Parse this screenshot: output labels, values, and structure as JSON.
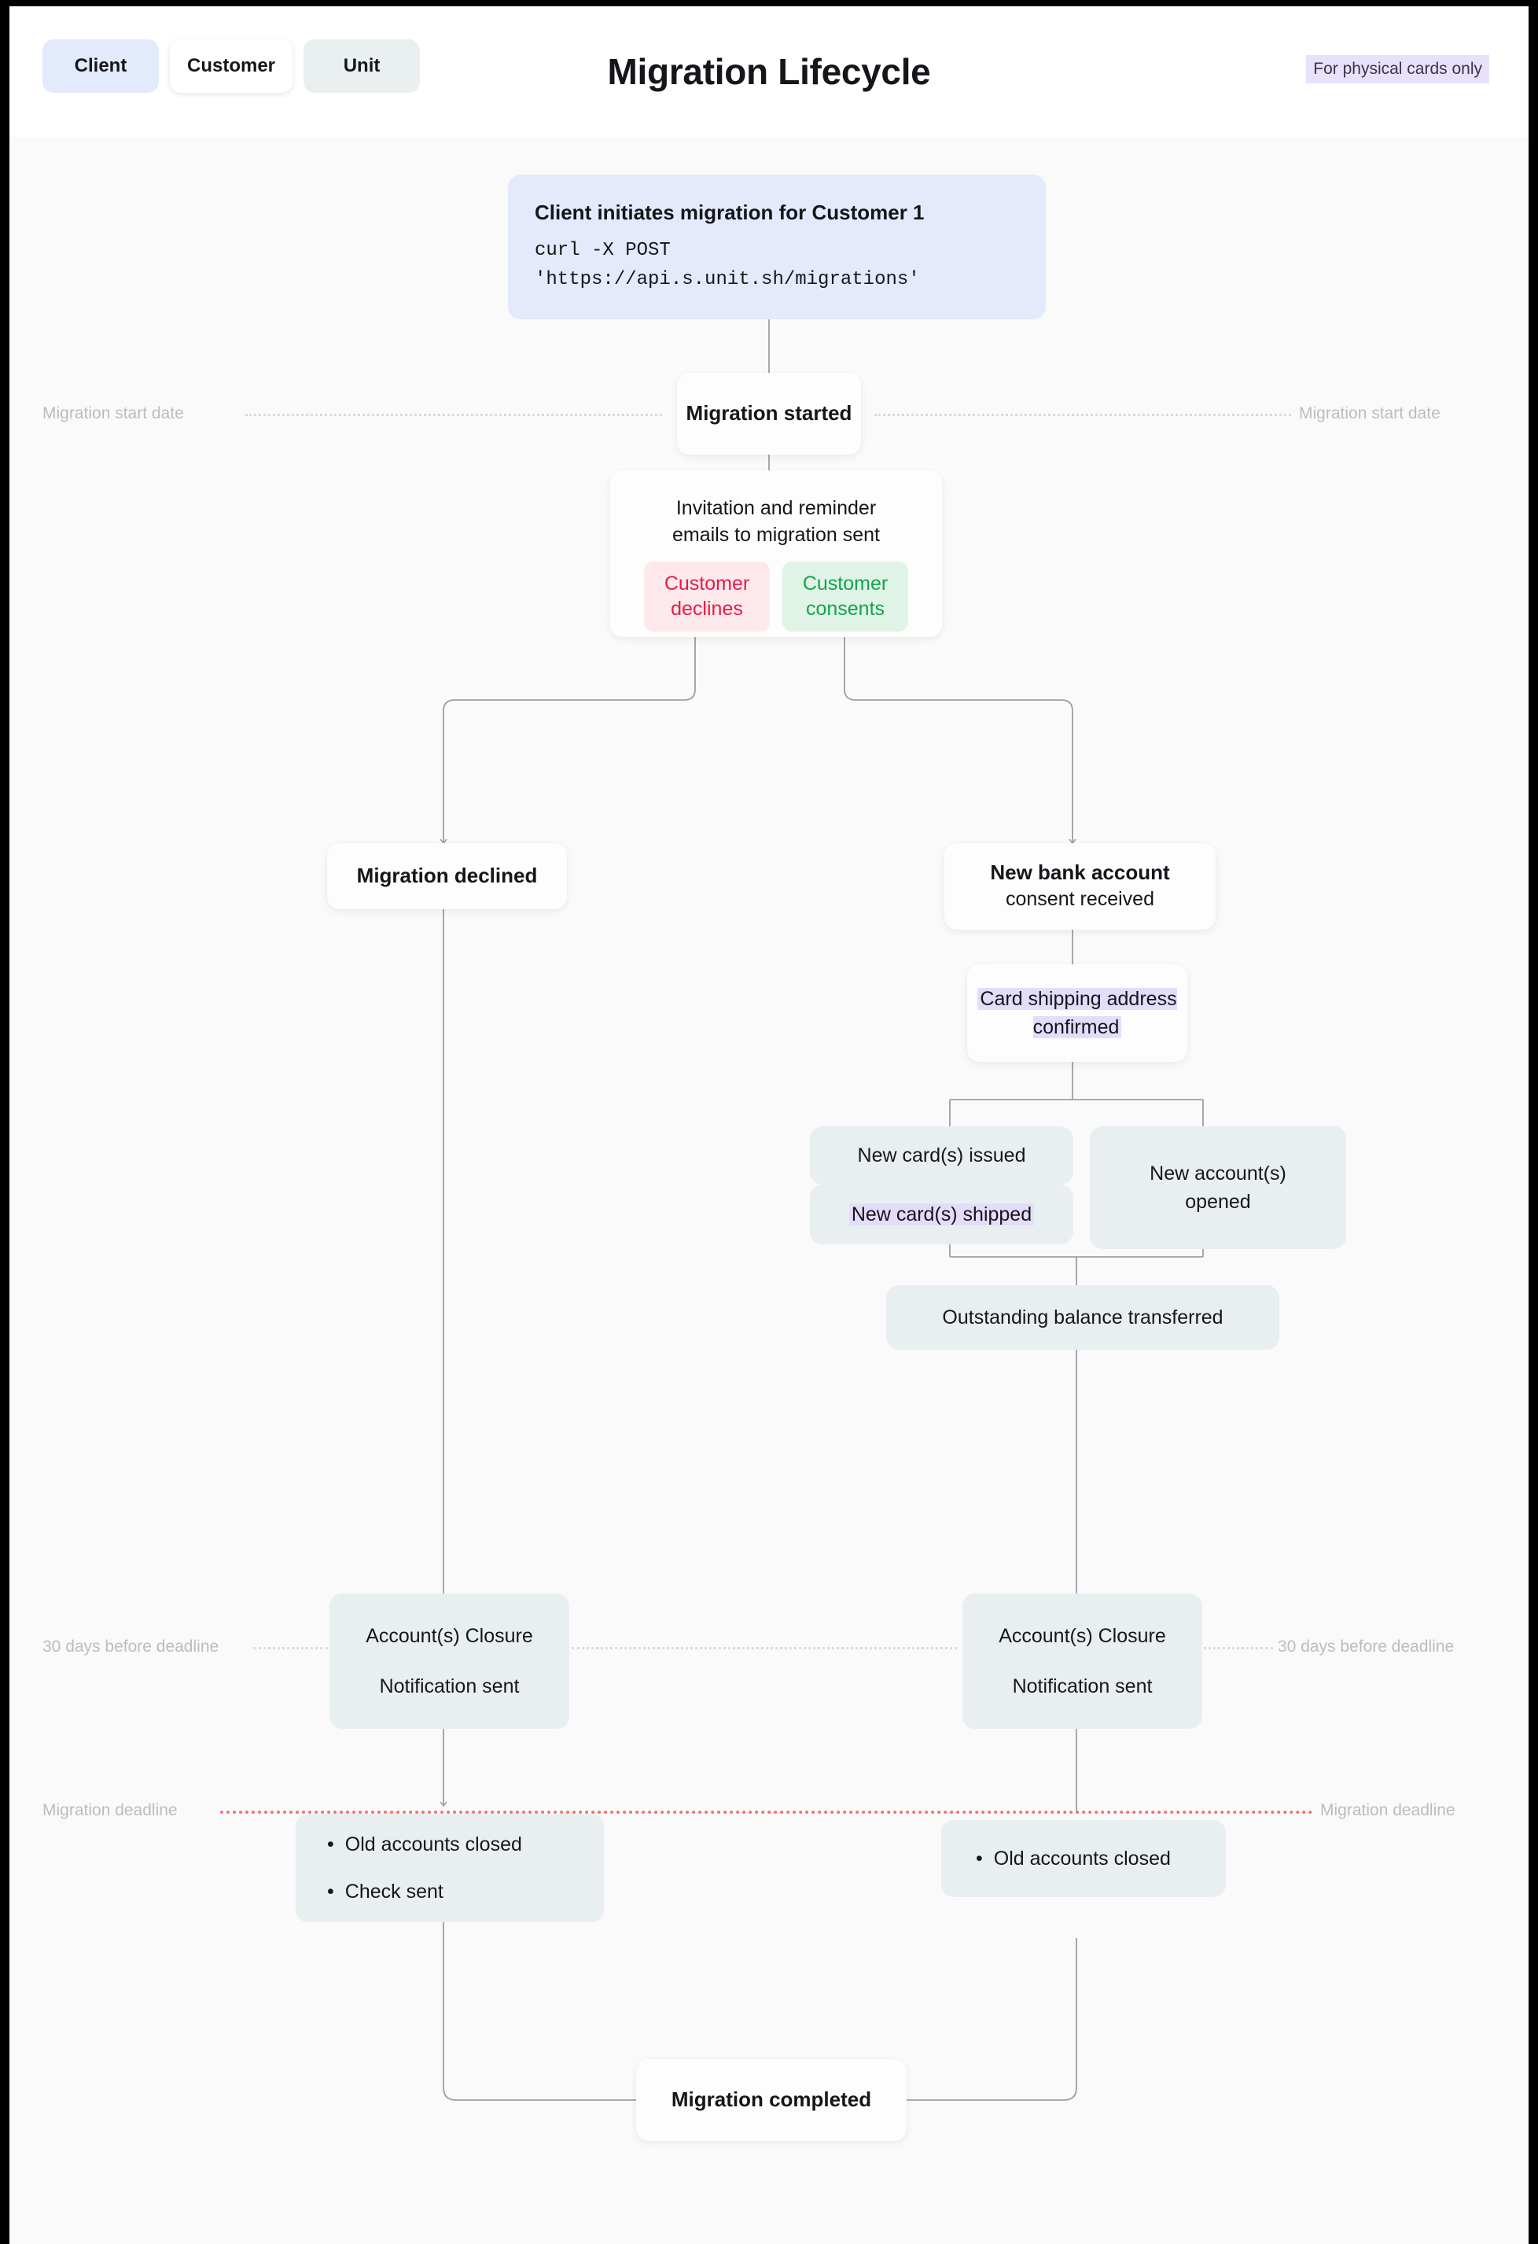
{
  "header": {
    "title": "Migration Lifecycle",
    "legend": [
      {
        "label": "Client",
        "key": "client"
      },
      {
        "label": "Customer",
        "key": "customer"
      },
      {
        "label": "Unit",
        "key": "unit"
      }
    ],
    "note": "For physical cards only"
  },
  "colors": {
    "client_chip": "#e3eafb",
    "unit_chip": "#eaeff0",
    "customer_chip": "#ffffff",
    "highlight_purple": "#e3dcfa",
    "declines_bg": "#fde8ec",
    "declines_text": "#e11d48",
    "consents_bg": "#dff4e6",
    "consents_text": "#15a34a",
    "deadline_line": "#f87171",
    "timeline_line": "#d9dbde",
    "canvas_bg": "#fafafa"
  },
  "nodes": {
    "initiate": {
      "title": "Client initiates migration for Customer 1",
      "code": "curl -X POST 'https://api.s.unit.sh/migrations'"
    },
    "migration_started": {
      "title": "Migration started"
    },
    "invitation": {
      "title": "Invitation and reminder emails to migration sent",
      "declines": "Customer declines",
      "consents": "Customer consents"
    },
    "migration_declined": {
      "title": "Migration declined"
    },
    "new_bank_account": {
      "title": "New bank account",
      "subtitle": "consent received"
    },
    "card_shipping": {
      "title": "Card shipping address confirmed"
    },
    "cards_issued": {
      "title": "New card(s) issued"
    },
    "cards_shipped": {
      "title": "New card(s) shipped"
    },
    "accounts_opened": {
      "title": "New account(s) opened"
    },
    "balance_transferred": {
      "title": "Outstanding balance transferred"
    },
    "closure_left": {
      "line1": "Account(s) Closure",
      "line2": "Notification sent"
    },
    "closure_right": {
      "line1": "Account(s) Closure",
      "line2": "Notification sent"
    },
    "after_left": {
      "items": [
        "Old accounts closed",
        "Check sent"
      ]
    },
    "after_right": {
      "items": [
        "Old accounts closed"
      ]
    },
    "migration_completed": {
      "title": "Migration completed"
    }
  },
  "timelines": [
    {
      "key": "start",
      "label_left": "Migration start date",
      "label_right": "Migration start date"
    },
    {
      "key": "days30",
      "label_left": "30 days before deadline",
      "label_right": "30 days before deadline"
    },
    {
      "key": "deadline",
      "label_left": "Migration deadline",
      "label_right": "Migration deadline"
    }
  ]
}
